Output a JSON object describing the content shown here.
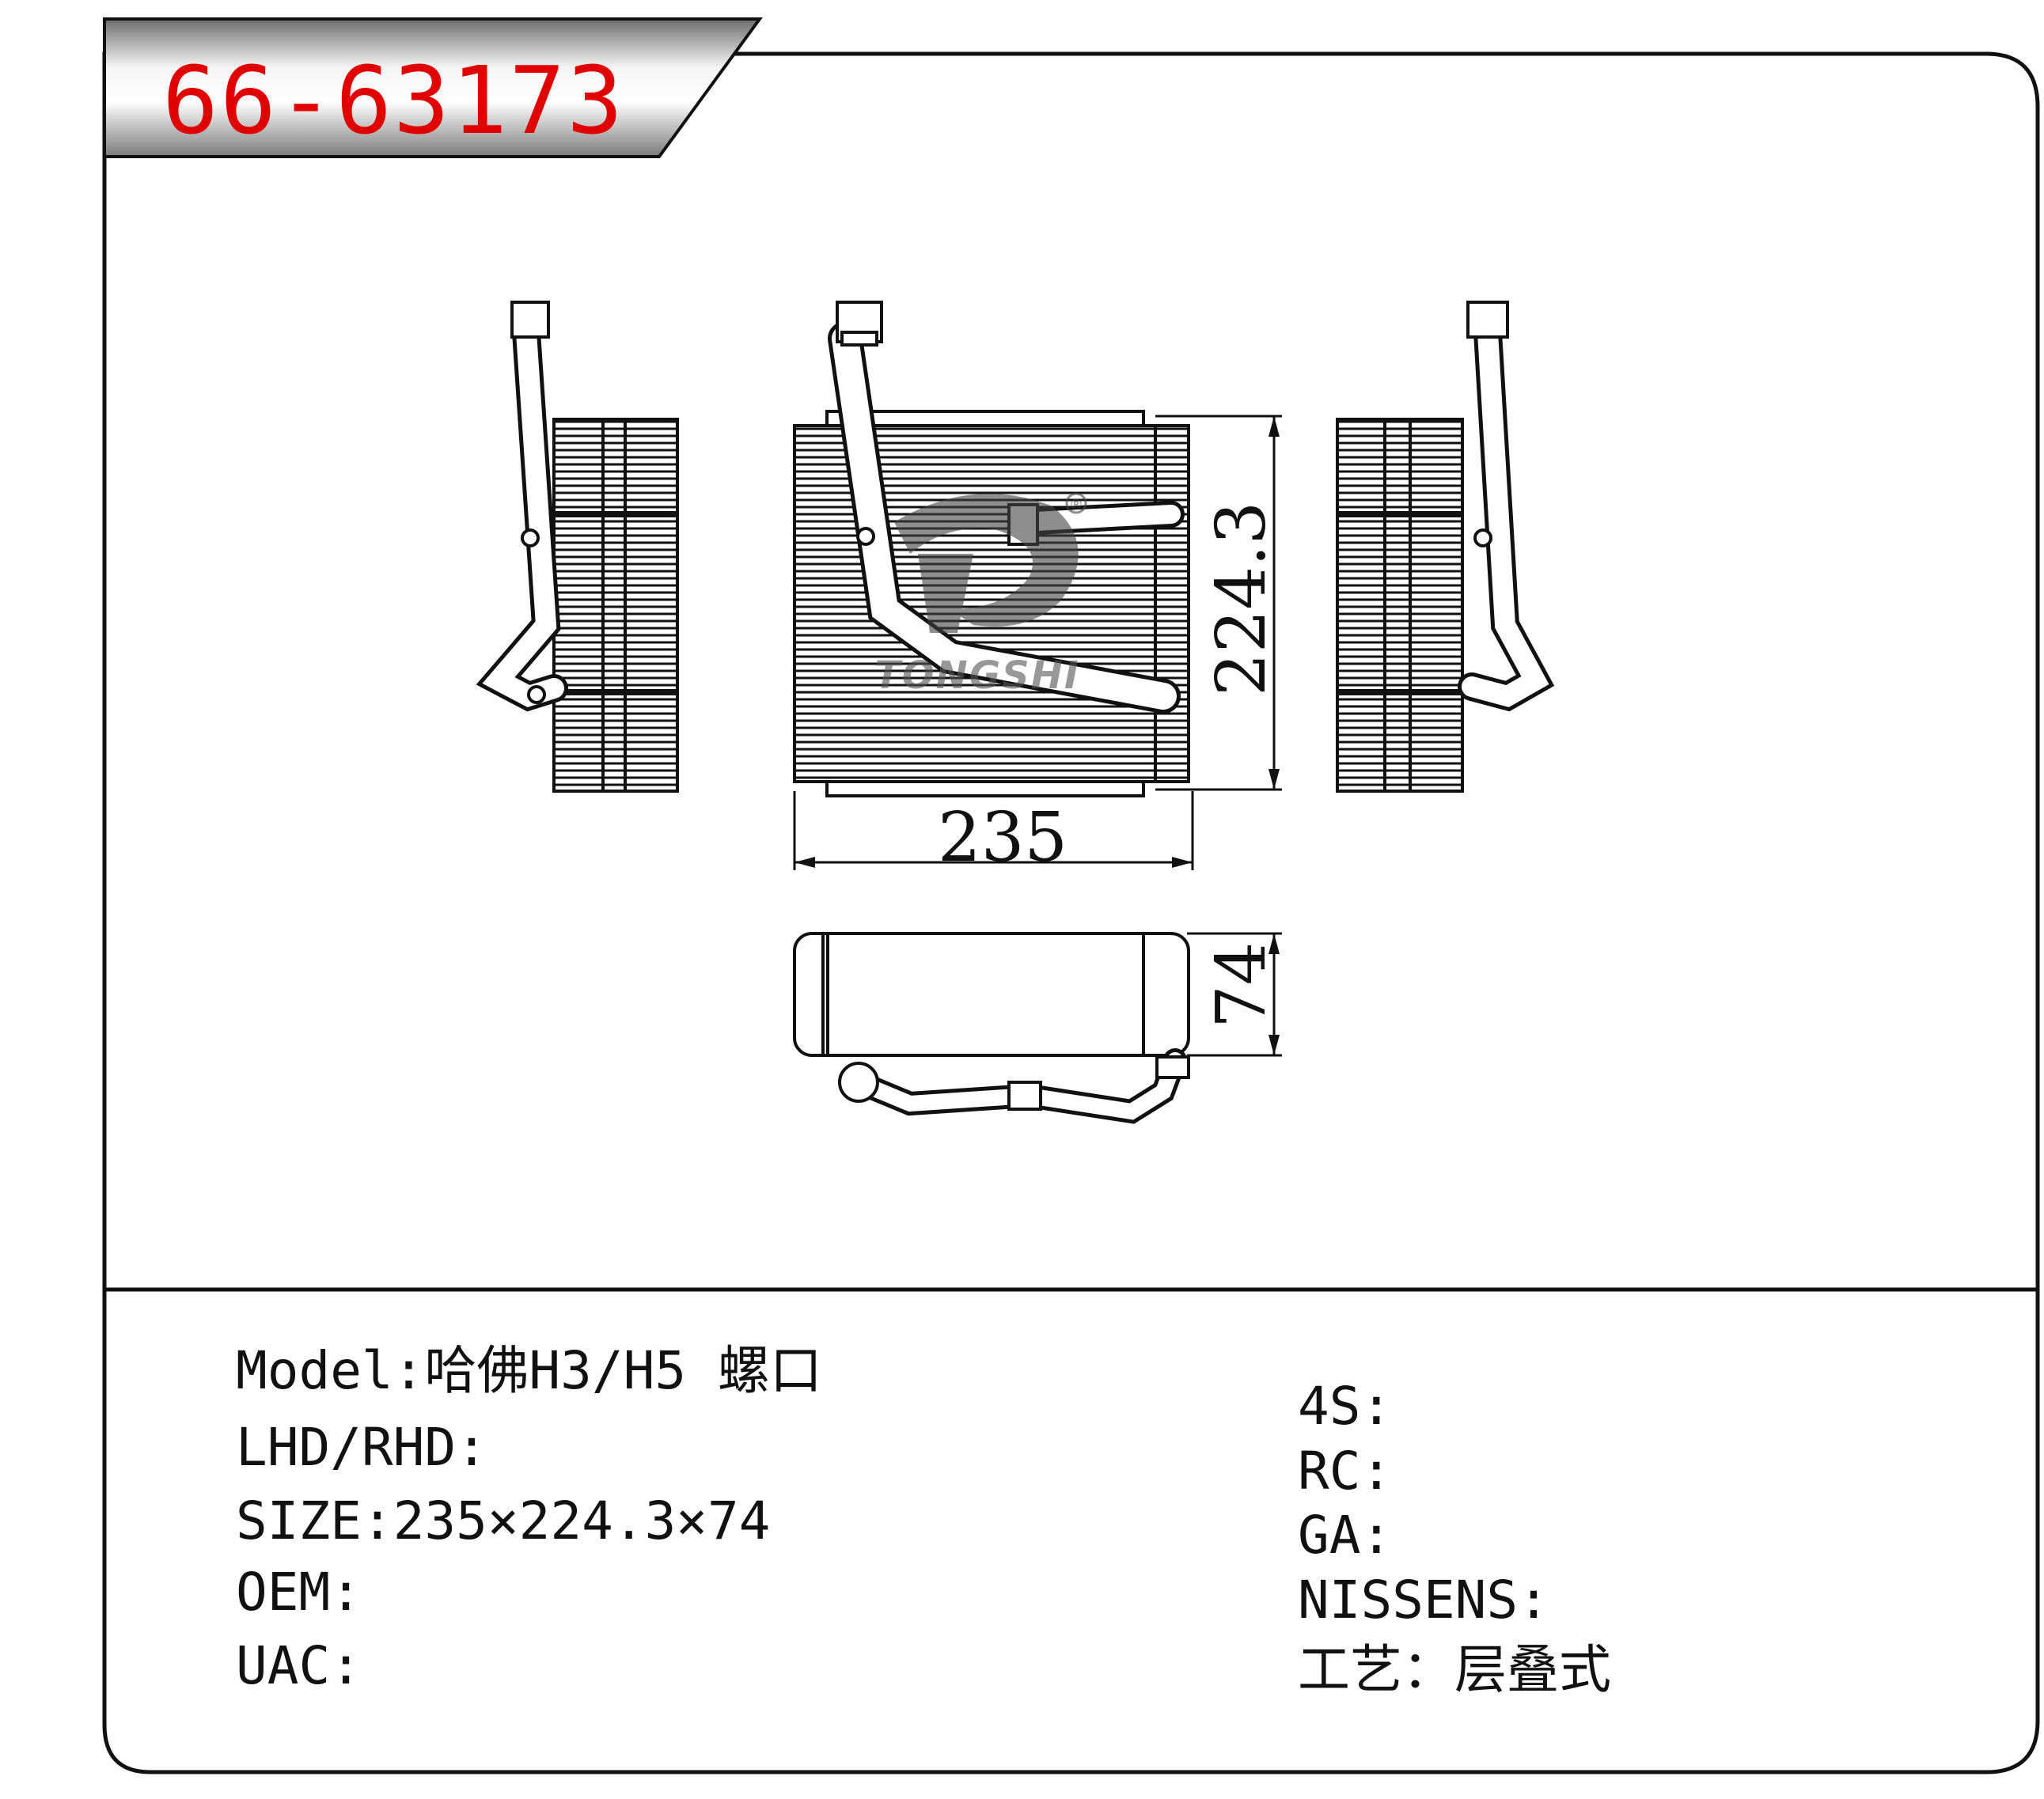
{
  "header": {
    "part_number": "66-63173"
  },
  "dimensions": {
    "width": "235",
    "height": "224.3",
    "depth": "74"
  },
  "watermark": {
    "text": "TONGSHI",
    "registered_mark": "®"
  },
  "specs_left": [
    {
      "label": "Model:",
      "value": "哈佛H3/H5 螺口"
    },
    {
      "label": "LHD/RHD:",
      "value": ""
    },
    {
      "label": "SIZE:",
      "value": "235×224.3×74"
    },
    {
      "label": "OEM:",
      "value": ""
    },
    {
      "label": "UAC:",
      "value": ""
    }
  ],
  "specs_right": [
    {
      "label": "4S:",
      "value": ""
    },
    {
      "label": "RC:",
      "value": ""
    },
    {
      "label": "GA:",
      "value": ""
    },
    {
      "label": "NISSENS:",
      "value": ""
    },
    {
      "label": "工艺：",
      "value": "层叠式"
    }
  ],
  "colors": {
    "part_number": "#e00000",
    "line": "#111111"
  }
}
